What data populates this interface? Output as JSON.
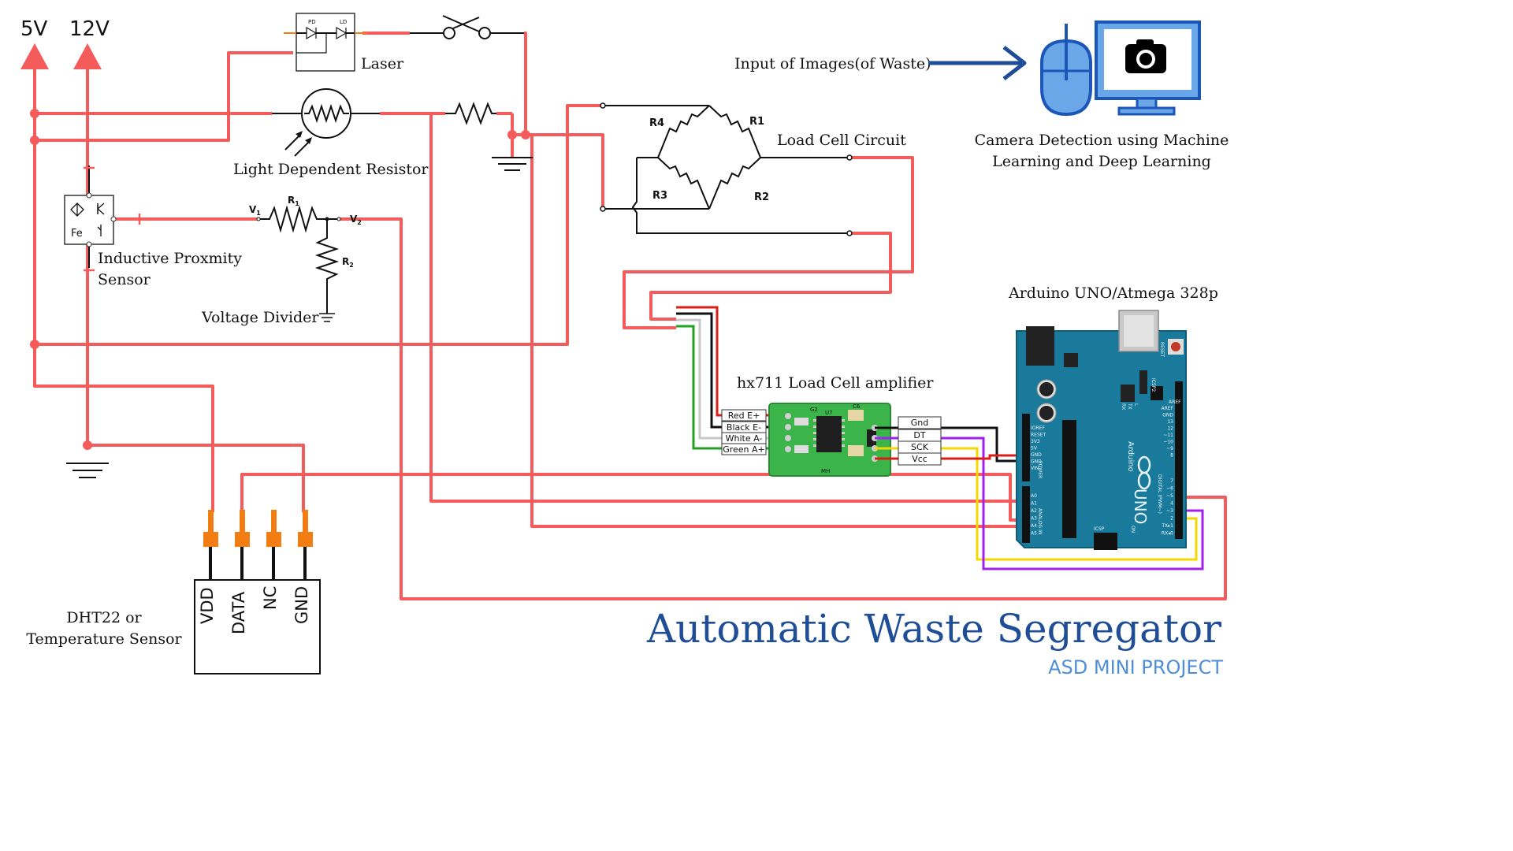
{
  "title": "Automatic Waste Segregator",
  "subtitle": "ASD MINI PROJECT",
  "supplies": {
    "v5": "5V",
    "v12": "12V"
  },
  "labels": {
    "laser": "Laser",
    "ldr": "Light Dependent Resistor",
    "inductive": [
      "Inductive Proxmity",
      "Sensor"
    ],
    "voltage_divider": "Voltage Divider",
    "load_cell": "Load Cell Circuit",
    "hx711": "hx711 Load Cell amplifier",
    "arduino": "Arduino UNO/Atmega 328p",
    "camera_input": "Input of Images(of Waste)",
    "camera": [
      "Camera Detection using Machine",
      "Learning and Deep Learning"
    ],
    "dht": [
      "DHT22 or",
      "Temperature Sensor"
    ]
  },
  "laser_parts": {
    "pd": "PD",
    "ld": "LD"
  },
  "inductive_parts": {
    "fe": "Fe"
  },
  "divider_parts": {
    "v1": "V",
    "v1_sub": "1",
    "r1": "R",
    "r1_sub": "1",
    "v2": "V",
    "v2_sub": "2",
    "r2": "R",
    "r2_sub": "2"
  },
  "bridge_resistors": [
    "R4",
    "R1",
    "R3",
    "R2"
  ],
  "dht_pins": [
    "VDD",
    "DATA",
    "NC",
    "GND"
  ],
  "hx711_inputs": [
    "Red E+",
    "Black E-",
    "White A-",
    "Green A+"
  ],
  "hx711_outputs": [
    "Gnd",
    "DT",
    "SCK",
    "Vcc"
  ],
  "hx711_board": {
    "chip": "U7",
    "silk": [
      "G2",
      "C6",
      "MH"
    ]
  },
  "arduino_board": {
    "brand": "Arduino",
    "model": "UNO",
    "reset": "RESET",
    "icsp": "ICSP",
    "icsp2": "ICSP2",
    "aref": "AREF",
    "power": "POWER",
    "analog_in": "ANALOG IN",
    "digital": "DIGITAL (PWM~)",
    "on": "ON",
    "tx": "TX",
    "rx": "RX",
    "l": "L",
    "power_pins": [
      "IOREF",
      "RESET",
      "3V3",
      "5V",
      "GND",
      "GND",
      "VIN"
    ],
    "analog_pins": [
      "A0",
      "A1",
      "A2",
      "A3",
      "A4",
      "A5"
    ],
    "digital_top": [
      "AREF",
      "GND",
      "13",
      "12",
      "~11",
      "~10",
      "~9",
      "8"
    ],
    "digital_bottom": [
      "7",
      "~6",
      "~5",
      "4",
      "~3",
      "2",
      "TX▸1",
      "RX◂0"
    ]
  },
  "colors": {
    "wire": "#f45b5b",
    "title": "#1f4e96",
    "subtitle": "#4f8fd6",
    "arduino_board": "#1a7a9c",
    "hx711_board": "#3bb54a",
    "header_pin": "#f27d12",
    "monitor": "#1b56b8",
    "mouse": "#6aa7e8",
    "arrow": "#1f4e96",
    "sck_wire": "#f5d800",
    "dt_wire": "#a020f0"
  },
  "icons": [
    "camera-icon",
    "monitor-icon",
    "mouse-icon",
    "arrow-right-icon",
    "ground-icon",
    "switch-icon",
    "ldr-icon"
  ]
}
